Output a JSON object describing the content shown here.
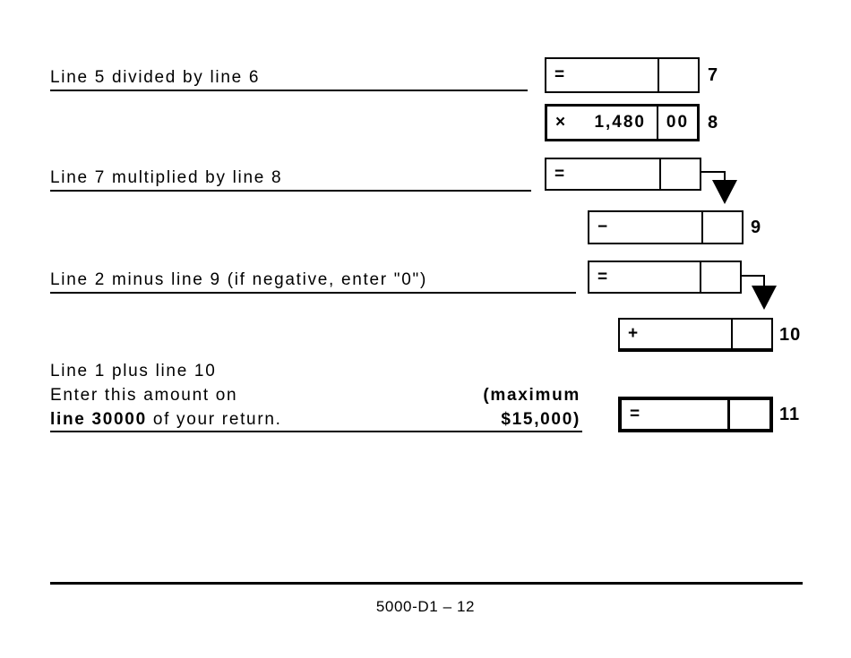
{
  "form": {
    "row1": {
      "label": "Line 5 divided by line 6",
      "operator": "=",
      "amount": "",
      "cents": "",
      "line_no": "7"
    },
    "row2": {
      "operator": "×",
      "amount": "1,480",
      "cents": "00",
      "line_no": "8"
    },
    "row3": {
      "label": "Line 7 multiplied by line 8",
      "operator": "=",
      "amount": "",
      "cents": ""
    },
    "row4": {
      "operator": "−",
      "amount": "",
      "cents": "",
      "line_no": "9"
    },
    "row5": {
      "label": "Line 2 minus line 9 (if negative, enter \"0\")",
      "operator": "=",
      "amount": "",
      "cents": ""
    },
    "row6": {
      "operator": "+",
      "amount": "",
      "cents": "",
      "line_no": "10"
    },
    "row7": {
      "label_line1": "Line 1 plus line 10",
      "label_line2": "Enter this amount on",
      "label_line3_bold": "line 30000",
      "label_line3_rest": " of your return.",
      "maximum_line1": "(maximum",
      "maximum_line2": "$15,000)",
      "operator": "=",
      "amount": "",
      "cents": "",
      "line_no": "11"
    },
    "footer_text": "5000-D1 – 12",
    "ink_color": "#000000",
    "paper_color": "#ffffff"
  }
}
